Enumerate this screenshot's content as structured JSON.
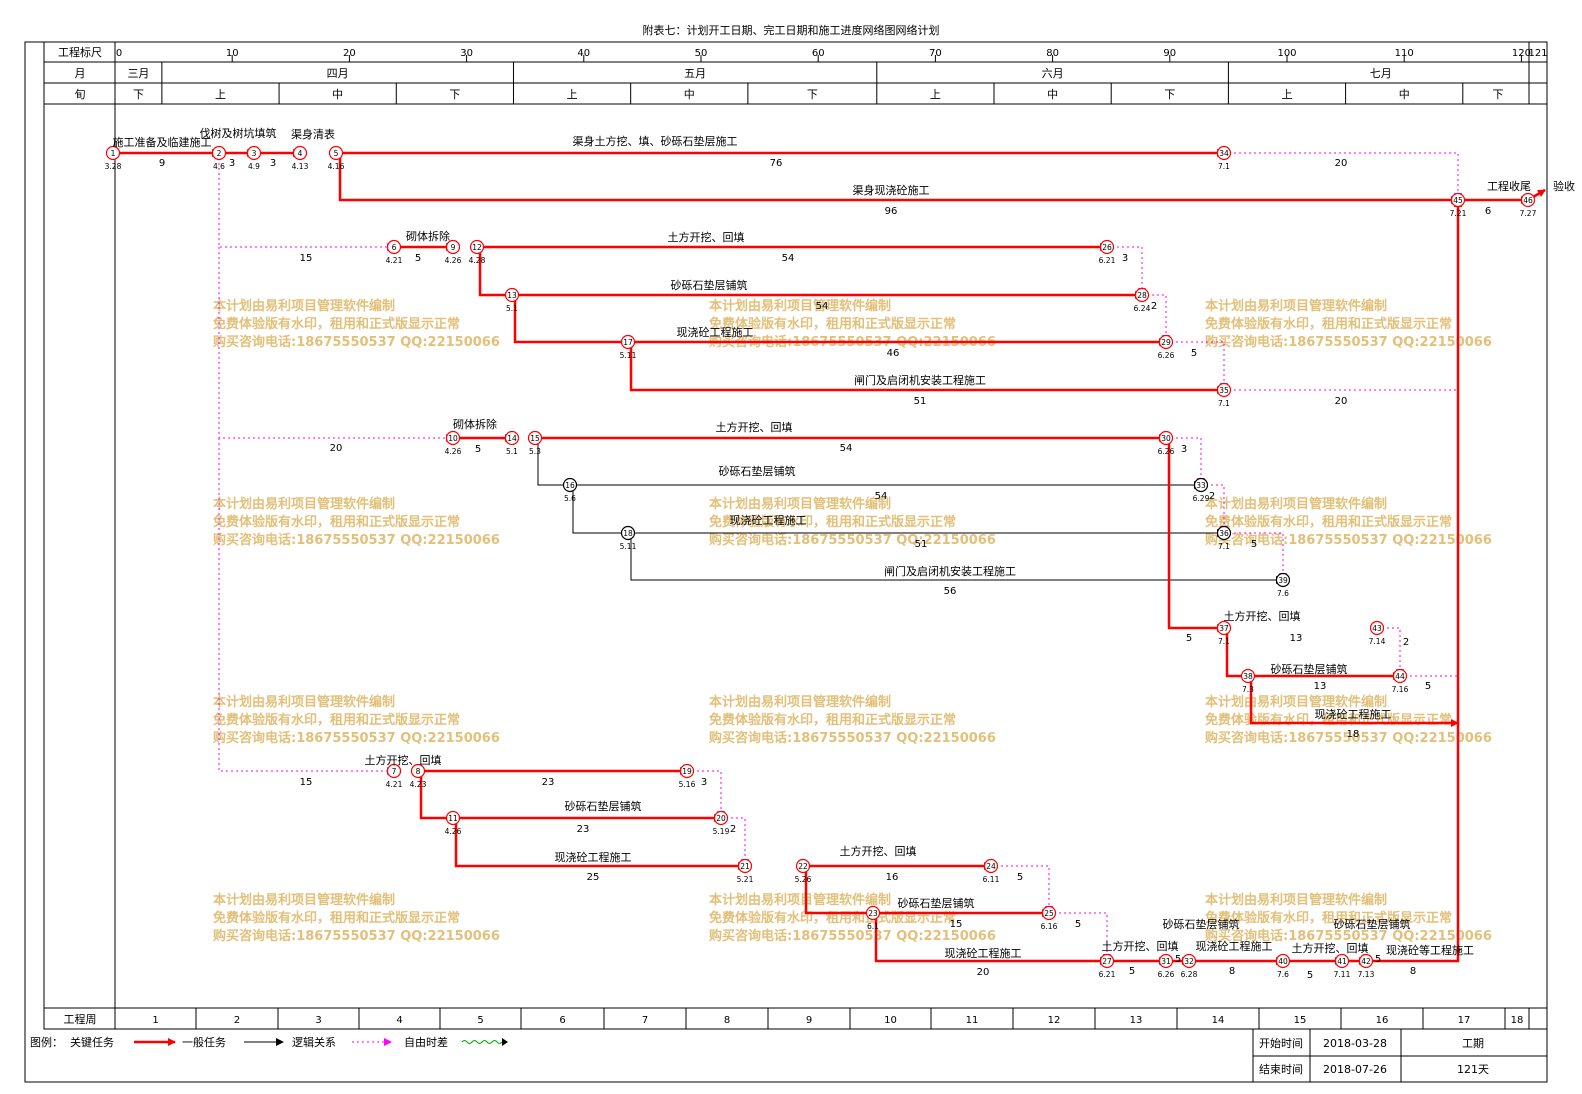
{
  "title": "附表七：计划开工日期、完工日期和施工进度网络图网络计划",
  "header": {
    "row_scale_label": "工程标尺",
    "row_month_label": "月",
    "row_xun_label": "旬",
    "scale_ticks": [
      "0",
      "10",
      "20",
      "30",
      "40",
      "50",
      "60",
      "70",
      "80",
      "90",
      "100",
      "110",
      "120"
    ],
    "scale_end": "121",
    "months": [
      "三月",
      "四月",
      "五月",
      "六月",
      "七月"
    ],
    "xun": [
      "下",
      "上",
      "中",
      "下",
      "上",
      "中",
      "下",
      "上",
      "中",
      "下",
      "上",
      "中",
      "下"
    ]
  },
  "footer": {
    "week_label": "工程周",
    "weeks": [
      "1",
      "2",
      "3",
      "4",
      "5",
      "6",
      "7",
      "8",
      "9",
      "10",
      "11",
      "12",
      "13",
      "14",
      "15",
      "16",
      "17",
      "18"
    ]
  },
  "legend": {
    "prefix": "图例：",
    "critical": "关键任务",
    "normal": "一般任务",
    "logic": "逻辑关系",
    "free": "自由时差"
  },
  "info": {
    "start_label": "开始时间",
    "start_value": "2018-03-28",
    "end_label": "结束时间",
    "end_value": "2018-07-26",
    "duration_label": "工期",
    "duration_value": "121天"
  },
  "watermark": {
    "line1": "本计划由易利项目管理软件编制",
    "line2": "免费体验版有水印，租用和正式版显示正常",
    "line3": "购买咨询电话:18675550537 QQ:22150066"
  },
  "colors": {
    "critical": "#ff0000",
    "free": "#ff00ff",
    "normal": "#000000",
    "watermark": "#e3c07a"
  },
  "activities": [
    {
      "label": "施工准备及临建施工",
      "duration": "9"
    },
    {
      "label": "伐树及树坑填筑",
      "duration": "3"
    },
    {
      "label": "渠身清表",
      "duration": "3"
    },
    {
      "label": "渠身土方挖、填、砂砾石垫层施工",
      "duration": "76"
    },
    {
      "label": "渠身现浇砼施工",
      "duration": "96"
    },
    {
      "label": "工程收尾",
      "duration": "6"
    },
    {
      "label": "验收",
      "duration": ""
    },
    {
      "label": "砌体拆除",
      "duration": "5"
    },
    {
      "label": "土方开挖、回填",
      "duration": "54"
    },
    {
      "label": "砂砾石垫层铺筑",
      "duration": "54"
    },
    {
      "label": "现浇砼工程施工",
      "duration": "46"
    },
    {
      "label": "闸门及启闭机安装工程施工",
      "duration": "51"
    },
    {
      "label": "砌体拆除",
      "duration": "5"
    },
    {
      "label": "土方开挖、回填",
      "duration": "54"
    },
    {
      "label": "砂砾石垫层铺筑",
      "duration": "54"
    },
    {
      "label": "现浇砼工程施工",
      "duration": "51"
    },
    {
      "label": "闸门及启闭机安装工程施工",
      "duration": "56"
    },
    {
      "label": "土方开挖、回填",
      "duration": "13"
    },
    {
      "label": "砂砾石垫层铺筑",
      "duration": "13"
    },
    {
      "label": "现浇砼工程施工",
      "duration": "18"
    },
    {
      "label": "土方开挖、回填",
      "duration": "23"
    },
    {
      "label": "砂砾石垫层铺筑",
      "duration": "23"
    },
    {
      "label": "现浇砼工程施工",
      "duration": "25"
    },
    {
      "label": "土方开挖、回填",
      "duration": "16"
    },
    {
      "label": "砂砾石垫层铺筑",
      "duration": "15"
    },
    {
      "label": "现浇砼工程施工",
      "duration": "20"
    },
    {
      "label": "土方开挖、回填",
      "duration": "5"
    },
    {
      "label": "砂砾石垫层铺筑",
      "duration": "5"
    },
    {
      "label": "现浇砼工程施工",
      "duration": "8"
    },
    {
      "label": "土方开挖、回填",
      "duration": "5"
    },
    {
      "label": "砂砾石垫层铺筑",
      "duration": "5"
    },
    {
      "label": "现浇砼等工程施工",
      "duration": "8"
    }
  ],
  "free_floats": [
    "20",
    "15",
    "3",
    "2",
    "5",
    "20",
    "20",
    "3",
    "2",
    "5",
    "5",
    "2",
    "5",
    "15",
    "3",
    "2",
    "5",
    "5"
  ],
  "nodes": [
    {
      "id": "1",
      "date": "3.28"
    },
    {
      "id": "2",
      "date": "4.6"
    },
    {
      "id": "3",
      "date": "4.9"
    },
    {
      "id": "4",
      "date": "4.13"
    },
    {
      "id": "5",
      "date": "4.16"
    },
    {
      "id": "34",
      "date": "7.1"
    },
    {
      "id": "45",
      "date": "7.21"
    },
    {
      "id": "46",
      "date": "7.27"
    },
    {
      "id": "6",
      "date": "4.21"
    },
    {
      "id": "9",
      "date": "4.26"
    },
    {
      "id": "12",
      "date": "4.28"
    },
    {
      "id": "26",
      "date": "6.21"
    },
    {
      "id": "13",
      "date": "5.1"
    },
    {
      "id": "28",
      "date": "6.24"
    },
    {
      "id": "17",
      "date": "5.11"
    },
    {
      "id": "29",
      "date": "6.26"
    },
    {
      "id": "35",
      "date": "7.1"
    },
    {
      "id": "10",
      "date": "4.26"
    },
    {
      "id": "14",
      "date": "5.1"
    },
    {
      "id": "15",
      "date": "5.3"
    },
    {
      "id": "30",
      "date": "6.26"
    },
    {
      "id": "16",
      "date": "5.6"
    },
    {
      "id": "33",
      "date": "6.29"
    },
    {
      "id": "18",
      "date": "5.11"
    },
    {
      "id": "36",
      "date": "7.1"
    },
    {
      "id": "39",
      "date": "7.6"
    },
    {
      "id": "37",
      "date": "7.1"
    },
    {
      "id": "43",
      "date": "7.14"
    },
    {
      "id": "38",
      "date": "7.3"
    },
    {
      "id": "44",
      "date": "7.16"
    },
    {
      "id": "7",
      "date": "4.21"
    },
    {
      "id": "8",
      "date": "4.23"
    },
    {
      "id": "19",
      "date": "5.16"
    },
    {
      "id": "11",
      "date": "4.26"
    },
    {
      "id": "20",
      "date": "5.19"
    },
    {
      "id": "21",
      "date": "5.21"
    },
    {
      "id": "22",
      "date": "5.26"
    },
    {
      "id": "24",
      "date": "6.11"
    },
    {
      "id": "23",
      "date": "6.1"
    },
    {
      "id": "25",
      "date": "6.16"
    },
    {
      "id": "27",
      "date": "6.21"
    },
    {
      "id": "31",
      "date": "6.26"
    },
    {
      "id": "32",
      "date": "6.28"
    },
    {
      "id": "40",
      "date": "7.6"
    },
    {
      "id": "41",
      "date": "7.11"
    },
    {
      "id": "42",
      "date": "7.13"
    }
  ]
}
